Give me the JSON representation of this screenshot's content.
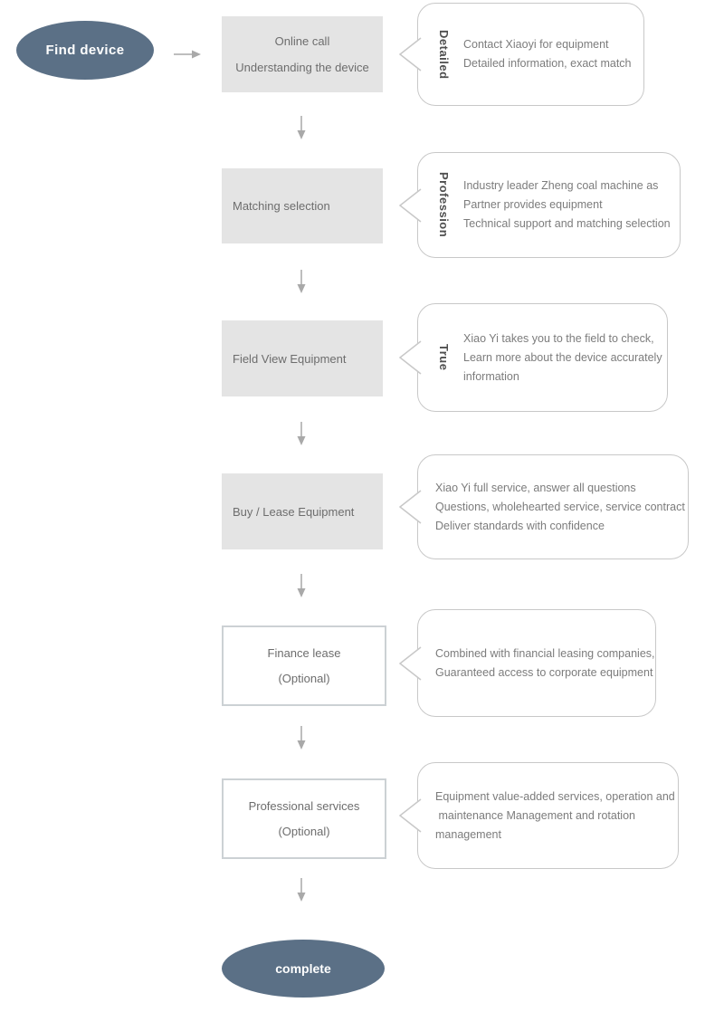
{
  "colors": {
    "terminal_fill": "#5b7086",
    "terminal_text": "#ffffff",
    "step_box_fill": "#e4e4e4",
    "optional_box_border": "#ccd1d4",
    "bubble_border": "#c8c8c8",
    "arrow": "#a9a9a9",
    "box_text": "#6d6d6d",
    "bubble_text": "#7c7c7c",
    "tag_text": "#4f4f4f"
  },
  "flow": {
    "start_label": "Find device",
    "end_label": "complete",
    "steps": [
      {
        "box_lines": [
          "Online call",
          "Understanding the device"
        ],
        "bubble": {
          "tag": "Detailed",
          "lines": [
            "Contact Xiaoyi for equipment",
            "Detailed information, exact match"
          ]
        }
      },
      {
        "box_lines": [
          "Matching selection"
        ],
        "bubble": {
          "tag": "Profession",
          "lines": [
            "Industry leader Zheng coal machine as",
            "Partner provides equipment",
            "Technical support and matching selection"
          ]
        }
      },
      {
        "box_lines": [
          "Field View Equipment"
        ],
        "bubble": {
          "tag": "True",
          "lines": [
            "Xiao Yi takes you to the field to check,",
            "Learn more about the device accurately",
            "information"
          ]
        }
      },
      {
        "box_lines": [
          "Buy / Lease Equipment"
        ],
        "bubble": {
          "tag": "",
          "lines": [
            "Xiao Yi full service, answer all questions",
            "Questions, wholehearted service, service contract",
            "Deliver standards with confidence"
          ]
        }
      },
      {
        "box_lines": [
          "Finance lease",
          "(Optional)"
        ],
        "bubble": {
          "tag": "",
          "lines": [
            "Combined with financial leasing companies,",
            "Guaranteed access to corporate equipment"
          ]
        }
      },
      {
        "box_lines": [
          "Professional services",
          "(Optional)"
        ],
        "bubble": {
          "tag": "",
          "lines": [
            "Equipment value-added services, operation and",
            " maintenance Management and rotation",
            "management"
          ]
        }
      }
    ]
  }
}
